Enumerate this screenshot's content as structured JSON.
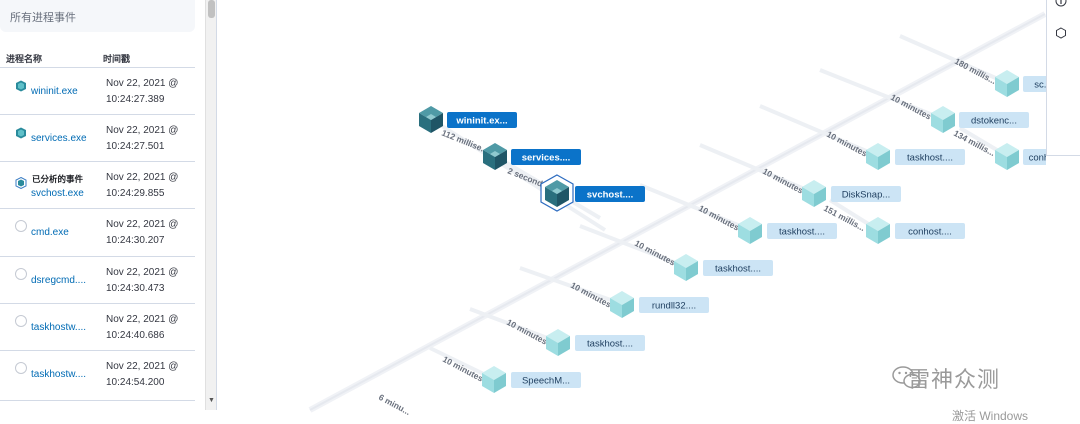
{
  "sidebar": {
    "all_events": "所有进程事件",
    "headers": {
      "name": "进程名称",
      "timestamp": "时间戳"
    },
    "rows": [
      {
        "name": "wininit.exe",
        "date": "Nov 22, 2021 @",
        "time": "10:24:27.389",
        "icon": "cube-icon-dark",
        "analyzed": ""
      },
      {
        "name": "services.exe",
        "date": "Nov 22, 2021 @",
        "time": "10:24:27.501",
        "icon": "cube-icon-dark",
        "analyzed": ""
      },
      {
        "name": "svchost.exe",
        "date": "Nov 22, 2021 @",
        "time": "10:24:29.855",
        "icon": "cube-icon-selected",
        "analyzed": "已分析的事件"
      },
      {
        "name": "cmd.exe",
        "date": "Nov 22, 2021 @",
        "time": "10:24:30.207",
        "icon": "empty-circle-icon",
        "analyzed": ""
      },
      {
        "name": "dsregcmd....",
        "date": "Nov 22, 2021 @",
        "time": "10:24:30.473",
        "icon": "empty-circle-icon",
        "analyzed": ""
      },
      {
        "name": "taskhostw....",
        "date": "Nov 22, 2021 @",
        "time": "10:24:40.686",
        "icon": "empty-circle-icon",
        "analyzed": ""
      },
      {
        "name": "taskhostw....",
        "date": "Nov 22, 2021 @",
        "time": "10:24:54.200",
        "icon": "empty-circle-icon",
        "analyzed": ""
      }
    ]
  },
  "graph": {
    "nodes": [
      {
        "label": "wininit.ex...",
        "style": "primary"
      },
      {
        "label": "services....",
        "style": "primary"
      },
      {
        "label": "svchost....",
        "style": "selected"
      },
      {
        "label": "SpeechM...",
        "style": "light"
      },
      {
        "label": "taskhost....",
        "style": "light"
      },
      {
        "label": "rundll32....",
        "style": "light"
      },
      {
        "label": "taskhost....",
        "style": "light"
      },
      {
        "label": "taskhost....",
        "style": "light"
      },
      {
        "label": "DiskSnap...",
        "style": "light"
      },
      {
        "label": "taskhost....",
        "style": "light"
      },
      {
        "label": "dstokenc...",
        "style": "light"
      },
      {
        "label": "sc.exe",
        "style": "light"
      },
      {
        "label": "conhost....",
        "style": "light"
      },
      {
        "label": "conhost....",
        "style": "light"
      }
    ],
    "edges": [
      "112 millise...",
      "2 seconds",
      "10 minutes",
      "10 minutes",
      "10 minutes",
      "10 minutes",
      "10 minutes",
      "10 minutes",
      "10 minutes",
      "10 minutes",
      "180 millis...",
      "151 millis...",
      "134 millis...",
      "6 minu..."
    ]
  },
  "controls": {
    "info_icon": "info-icon",
    "schema_icon": "hexagon-icon"
  },
  "watermark": {
    "brand": "雷神众测",
    "activate": "激活 Windows"
  }
}
